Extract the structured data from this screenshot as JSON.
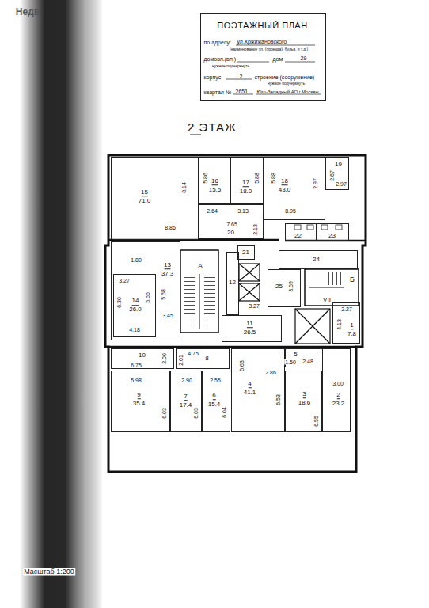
{
  "diagram": {
    "nodes": [
      {
        "text": [
          "ПОЭТАЖНЫЙ ПЛАН",
          "по адресу:",
          "ул.Кржижановского",
          "(наименование ул. (проезда), бульв. и т.д.)",
          "домовл.(вл.)",
          "дом",
          "29",
          "нужное подчеркнуть",
          "корпус",
          "2",
          "строение (сооружение)",
          "нужное подчеркнуть",
          "квартал №",
          "2651",
          "Юго-Западный АО г.Москвы"
        ]
      },
      {
        "text": [
          "15",
          "71.0"
        ]
      },
      {
        "text": [
          "16",
          "15.5"
        ]
      },
      {
        "text": [
          "17",
          "18.0"
        ]
      },
      {
        "text": [
          "18",
          "43.0"
        ]
      },
      {
        "text": [
          "19"
        ]
      },
      {
        "text": [
          "20"
        ]
      },
      {
        "text": [
          "22"
        ]
      },
      {
        "text": [
          "23"
        ]
      },
      {
        "text": [
          "21"
        ]
      },
      {
        "text": [
          "24"
        ]
      },
      {
        "text": [
          "13",
          "37.3"
        ]
      },
      {
        "text": [
          "14",
          "26.0"
        ],
        "in": 11
      },
      {
        "text": [
          "12"
        ]
      },
      {
        "text": [
          "25"
        ]
      },
      {
        "text": [
          "11",
          "26.5"
        ]
      },
      {
        "text": [
          "1",
          "7.8"
        ]
      },
      {
        "text": [
          "10"
        ]
      },
      {
        "text": [
          "8"
        ]
      },
      {
        "text": [
          "5"
        ]
      },
      {
        "text": [
          "9",
          "35.4"
        ]
      },
      {
        "text": [
          "7",
          "17.4"
        ]
      },
      {
        "text": [
          "6",
          "15.4"
        ]
      },
      {
        "text": [
          "4",
          "41.1"
        ]
      },
      {
        "text": [
          "3",
          "18.6"
        ]
      },
      {
        "text": [
          "2",
          "23.2"
        ]
      }
    ],
    "labels": [
      "Недв",
      "2 ЭТАЖ",
      "Масштаб 1:200",
      "А",
      "Б",
      "VII",
      "8.14",
      "8.86",
      "5.86",
      "2.64",
      "5.88",
      "3.13",
      "5.88",
      "2.97",
      "8.95",
      "2.67",
      "2.97",
      "7.65",
      "2.13",
      "1.80",
      "3.27",
      "5.66",
      "5.68",
      "6.30",
      "3.45",
      "4.18",
      "3.59",
      "3.27",
      "2.27",
      "4.13",
      "6.75",
      "4.75",
      "2.00",
      "2.01",
      "1.50",
      "2.48",
      "2.86",
      "5.63",
      "5.98",
      "2.90",
      "2.55",
      "3.00",
      "6.53",
      "6.03",
      "6.03",
      "6.04",
      "6.55"
    ]
  }
}
